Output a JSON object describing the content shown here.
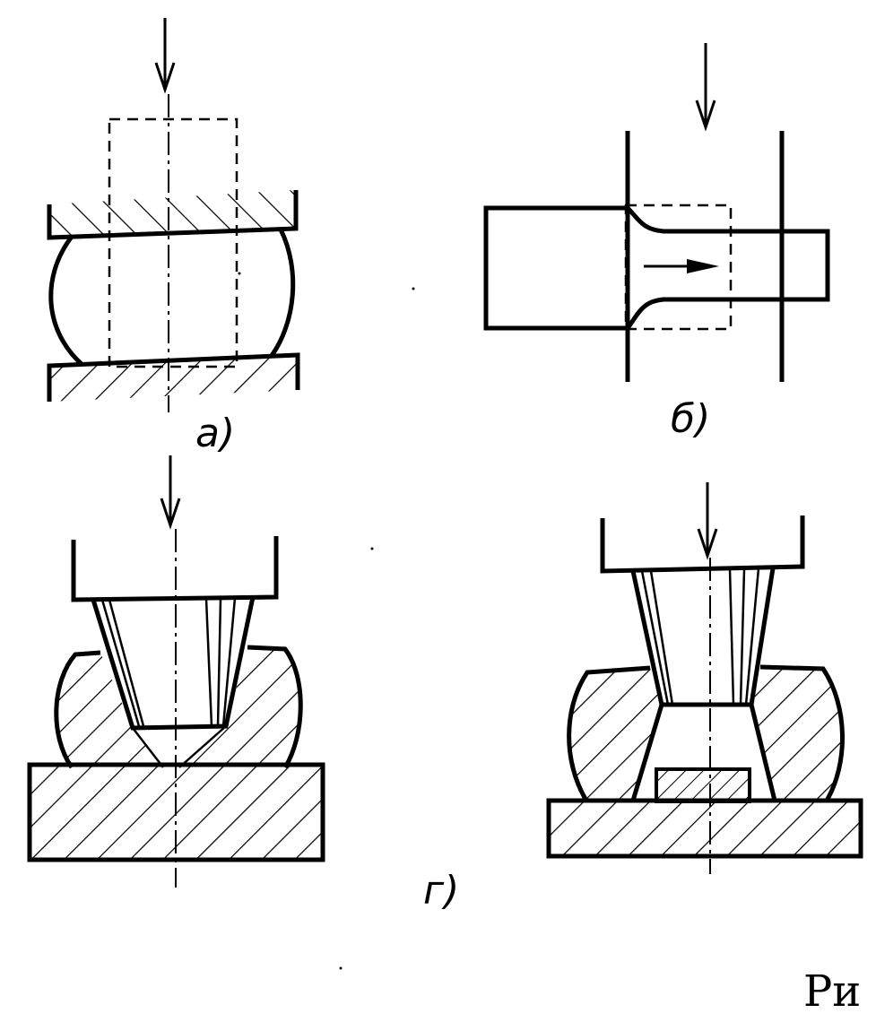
{
  "labels": {
    "a": "а)",
    "b": "б)",
    "g": "г)"
  },
  "caption": "Ри",
  "colors": {
    "ink": "#000000",
    "paper": "#ffffff"
  }
}
